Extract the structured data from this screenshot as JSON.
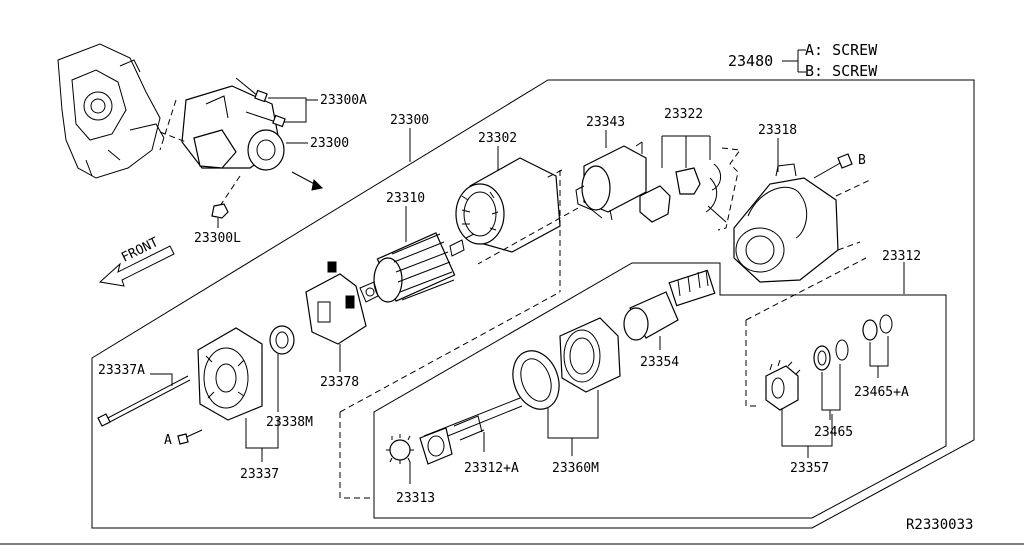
{
  "legend": {
    "code": "23480",
    "a_label": "A: SCREW",
    "b_label": "B: SCREW"
  },
  "labels": {
    "p23300A": "23300A",
    "p23300": "23300",
    "p23300L": "23300L",
    "p23300_main": "23300",
    "p23302": "23302",
    "p23343": "23343",
    "p23322": "23322",
    "p23318": "23318",
    "b_marker": "B",
    "p23310": "23310",
    "p23312": "23312",
    "p23378": "23378",
    "p23354": "23354",
    "p23465A": "23465+A",
    "p23337A": "23337A",
    "p23338M": "23338M",
    "a_marker": "A",
    "p23337": "23337",
    "p23465": "23465",
    "p23357": "23357",
    "p23360M": "23360M",
    "p23312A": "23312+A",
    "p23313": "23313",
    "front": "FRONT"
  },
  "diagram_ref": "R2330033"
}
